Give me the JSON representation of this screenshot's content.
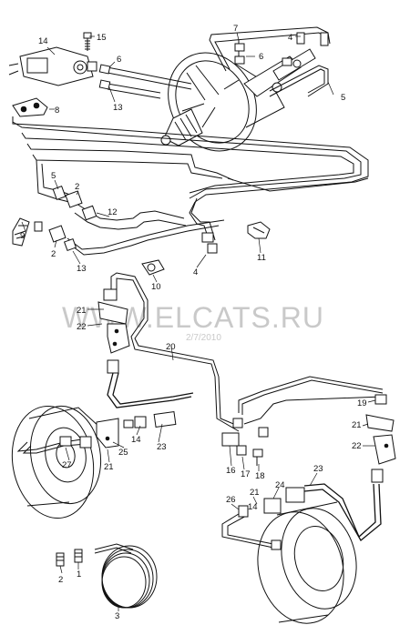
{
  "watermark": {
    "text": "WWW.ELCATS.RU",
    "date": "2/7/2010"
  },
  "callouts": [
    {
      "id": "c14a",
      "text": "14"
    },
    {
      "id": "c15",
      "text": "15"
    },
    {
      "id": "c7",
      "text": "7"
    },
    {
      "id": "c4a",
      "text": "4"
    },
    {
      "id": "c6a",
      "text": "6"
    },
    {
      "id": "c6b",
      "text": "6"
    },
    {
      "id": "c5a",
      "text": "5"
    },
    {
      "id": "c13a",
      "text": "13"
    },
    {
      "id": "c8",
      "text": "8"
    },
    {
      "id": "c5b",
      "text": "5"
    },
    {
      "id": "c2a",
      "text": "2"
    },
    {
      "id": "c12",
      "text": "12"
    },
    {
      "id": "c9",
      "text": "9"
    },
    {
      "id": "c2b",
      "text": "2"
    },
    {
      "id": "c13b",
      "text": "13"
    },
    {
      "id": "c4b",
      "text": "4"
    },
    {
      "id": "c11",
      "text": "11"
    },
    {
      "id": "c10",
      "text": "10"
    },
    {
      "id": "c21a",
      "text": "21"
    },
    {
      "id": "c22a",
      "text": "22"
    },
    {
      "id": "c20",
      "text": "20"
    },
    {
      "id": "c19",
      "text": "19"
    },
    {
      "id": "c21b",
      "text": "21"
    },
    {
      "id": "c22b",
      "text": "22"
    },
    {
      "id": "c14b",
      "text": "14"
    },
    {
      "id": "c23a",
      "text": "23"
    },
    {
      "id": "c25",
      "text": "25"
    },
    {
      "id": "c27",
      "text": "27"
    },
    {
      "id": "c21c",
      "text": "21"
    },
    {
      "id": "c16",
      "text": "16"
    },
    {
      "id": "c17",
      "text": "17"
    },
    {
      "id": "c18",
      "text": "18"
    },
    {
      "id": "c23b",
      "text": "23"
    },
    {
      "id": "c24",
      "text": "24"
    },
    {
      "id": "c26",
      "text": "26"
    },
    {
      "id": "c21d",
      "text": "21"
    },
    {
      "id": "c14c",
      "text": "14"
    },
    {
      "id": "c2c",
      "text": "2"
    },
    {
      "id": "c1",
      "text": "1"
    },
    {
      "id": "c3",
      "text": "3"
    }
  ]
}
